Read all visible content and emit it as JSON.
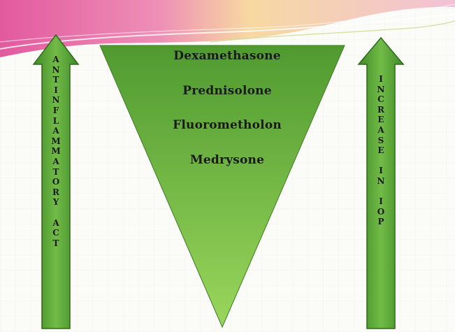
{
  "diagram": {
    "left_arrow": {
      "letters": [
        "A",
        "N",
        "T",
        "I",
        "N",
        "F",
        "L",
        "A",
        "M",
        "M",
        "A",
        "T",
        "O",
        "R",
        "Y",
        "",
        "A",
        "C",
        "T"
      ],
      "fill": "#5fa83a"
    },
    "right_arrow": {
      "letters": [
        "I",
        "N",
        "C",
        "R",
        "E",
        "A",
        "S",
        "E",
        "",
        "I",
        "N",
        "",
        "I",
        "O",
        "P"
      ],
      "fill": "#5fa83a"
    },
    "inverted_triangle": {
      "fill_top": "#5aa53a",
      "fill_bottom": "#8fcf56",
      "drugs": [
        "Dexamethasone",
        "Prednisolone",
        "Fluorometholon",
        "Medrysone"
      ]
    }
  },
  "colors": {
    "header_pink": "#e86aa6",
    "header_yellow": "#f4d27a"
  }
}
